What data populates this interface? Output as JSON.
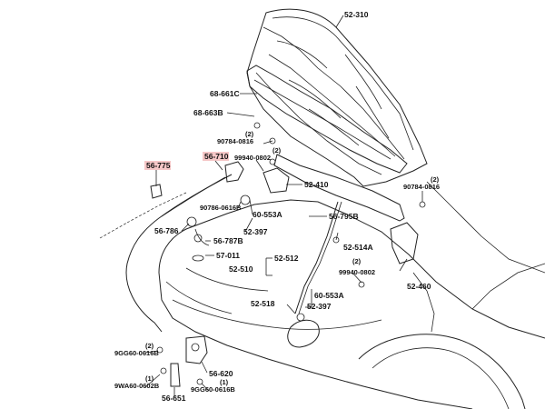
{
  "diagram": {
    "parts": [
      {
        "id": "p01",
        "label": "52-310"
      },
      {
        "id": "p02",
        "label": "68-661C"
      },
      {
        "id": "p03",
        "label": "68-663B"
      },
      {
        "id": "p04",
        "label": "(2)"
      },
      {
        "id": "p05",
        "label": "90784-0816"
      },
      {
        "id": "p06",
        "label": "(2)"
      },
      {
        "id": "p07",
        "label": "99940-0802"
      },
      {
        "id": "p08",
        "label": "56-775",
        "highlighted": true
      },
      {
        "id": "p09",
        "label": "56-710",
        "highlighted": true
      },
      {
        "id": "p10",
        "label": "52-410"
      },
      {
        "id": "p11",
        "label": "(2)"
      },
      {
        "id": "p12",
        "label": "90784-0816"
      },
      {
        "id": "p13",
        "label": "90786-0616B"
      },
      {
        "id": "p14",
        "label": "60-553A"
      },
      {
        "id": "p15",
        "label": "56-795B"
      },
      {
        "id": "p16",
        "label": "56-786"
      },
      {
        "id": "p17",
        "label": "52-397"
      },
      {
        "id": "p18",
        "label": "56-787B"
      },
      {
        "id": "p19",
        "label": "57-011"
      },
      {
        "id": "p20",
        "label": "52-514A"
      },
      {
        "id": "p21",
        "label": "52-512"
      },
      {
        "id": "p22",
        "label": "52-510"
      },
      {
        "id": "p23",
        "label": "(2)"
      },
      {
        "id": "p24",
        "label": "99940-0802"
      },
      {
        "id": "p25",
        "label": "52-460"
      },
      {
        "id": "p26",
        "label": "60-553A"
      },
      {
        "id": "p27",
        "label": "52-518"
      },
      {
        "id": "p28",
        "label": "52-397"
      },
      {
        "id": "p29",
        "label": "(2)"
      },
      {
        "id": "p30",
        "label": "9GG60-0616B"
      },
      {
        "id": "p31",
        "label": "(1)"
      },
      {
        "id": "p32",
        "label": "9WA60-0602B"
      },
      {
        "id": "p33",
        "label": "56-620"
      },
      {
        "id": "p34",
        "label": "(1)"
      },
      {
        "id": "p35",
        "label": "9GG60-0616B"
      },
      {
        "id": "p36",
        "label": "56-651"
      }
    ]
  },
  "colors": {
    "highlight": "#f2b4b4",
    "ink": "#222222"
  }
}
